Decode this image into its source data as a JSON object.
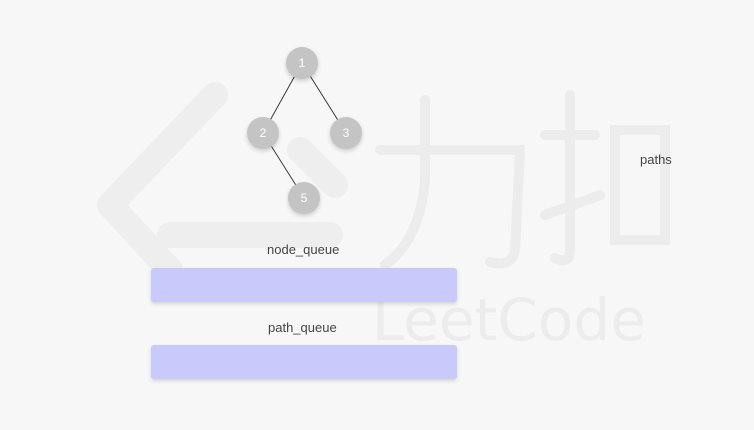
{
  "watermark": {
    "chinese": "力扣",
    "latin": "LeetCode"
  },
  "tree": {
    "nodes": [
      {
        "id": "n1",
        "label": "1"
      },
      {
        "id": "n2",
        "label": "2"
      },
      {
        "id": "n3",
        "label": "3"
      },
      {
        "id": "n5",
        "label": "5"
      }
    ],
    "edges": [
      [
        "n1",
        "n2"
      ],
      [
        "n1",
        "n3"
      ],
      [
        "n2",
        "n5"
      ]
    ]
  },
  "labels": {
    "paths": "paths",
    "node_queue": "node_queue",
    "path_queue": "path_queue"
  },
  "colors": {
    "node_fill": "#c4c4c4",
    "queue_fill": "#c9c9fb",
    "edge": "#3a3a3a"
  }
}
